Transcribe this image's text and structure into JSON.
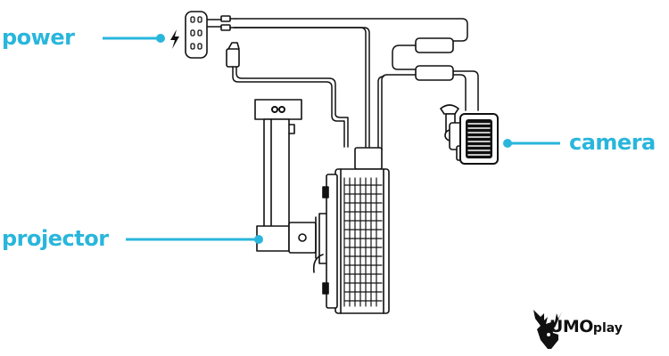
{
  "labels": {
    "power": "power",
    "projector": "projector",
    "camera": "camera"
  },
  "brand": {
    "name_bold": "LUMO",
    "name_light": "play"
  },
  "colors": {
    "accent": "#29b6dc",
    "line": "#111111",
    "background": "#ffffff"
  },
  "icons": [
    "lightning-bolt-icon",
    "power-outlet-icon",
    "deer-logo-icon"
  ]
}
